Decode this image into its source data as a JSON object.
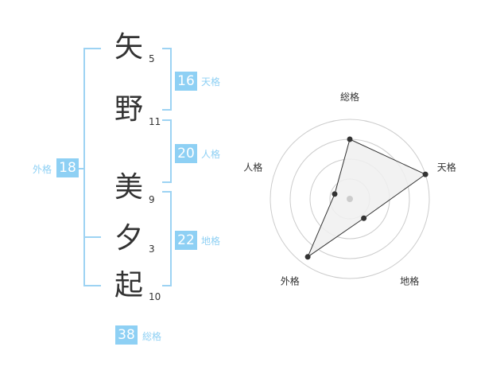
{
  "characters": [
    {
      "char": "矢",
      "strokes": "5"
    },
    {
      "char": "野",
      "strokes": "11"
    },
    {
      "char": "美",
      "strokes": "9"
    },
    {
      "char": "夕",
      "strokes": "3"
    },
    {
      "char": "起",
      "strokes": "10"
    }
  ],
  "fortunes": {
    "tenkaku": {
      "value": "16",
      "label": "天格"
    },
    "jinkaku": {
      "value": "20",
      "label": "人格"
    },
    "chikaku": {
      "value": "22",
      "label": "地格"
    },
    "gaikaku": {
      "value": "18",
      "label": "外格"
    },
    "soukaku": {
      "value": "38",
      "label": "総格"
    }
  },
  "radar": {
    "axes": [
      "総格",
      "天格",
      "地格",
      "外格",
      "人格"
    ],
    "values": [
      0.75,
      1.0,
      0.3,
      0.9,
      0.2
    ],
    "rings": 4,
    "colors": {
      "fill": "#f0f0f0",
      "line": "#333333",
      "grid": "#cccccc",
      "center": "#cccccc"
    }
  }
}
